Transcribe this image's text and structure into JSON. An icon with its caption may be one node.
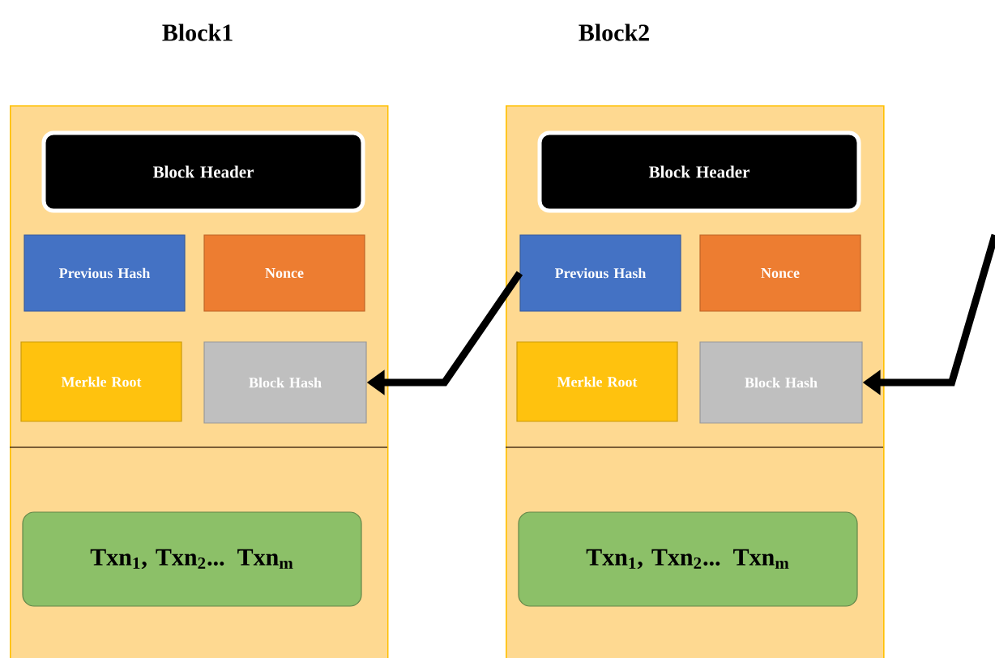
{
  "diagram": {
    "nodes": [
      {
        "text": [
          "Block1"
        ]
      },
      {
        "text": [
          "Block Header"
        ],
        "in": 0
      },
      {
        "text": [
          "Previous Hash"
        ],
        "in": 0
      },
      {
        "text": [
          "Nonce"
        ],
        "in": 0
      },
      {
        "text": [
          "Merkle Root"
        ],
        "in": 0
      },
      {
        "text": [
          "Block Hash"
        ],
        "in": 0
      },
      {
        "text": [
          "Txn$_{1}$, Txn$_{2}$... Txn$_{m}$"
        ],
        "in": 0
      },
      {
        "text": [
          "Block2"
        ]
      },
      {
        "text": [
          "Block Header"
        ],
        "in": 7
      },
      {
        "text": [
          "Previous Hash"
        ],
        "in": 7
      },
      {
        "text": [
          "Nonce"
        ],
        "in": 7
      },
      {
        "text": [
          "Merkle Root"
        ],
        "in": 7
      },
      {
        "text": [
          "Block Hash"
        ],
        "in": 7
      },
      {
        "text": [
          "Txn$_{1}$, Txn$_{2}$... Txn$_{m}$"
        ],
        "in": 7
      }
    ],
    "edges": [
      {
        "from": 9,
        "to": 5,
        "arrow": "to"
      },
      {
        "from": null,
        "to": 12,
        "arrow": "to"
      }
    ]
  }
}
